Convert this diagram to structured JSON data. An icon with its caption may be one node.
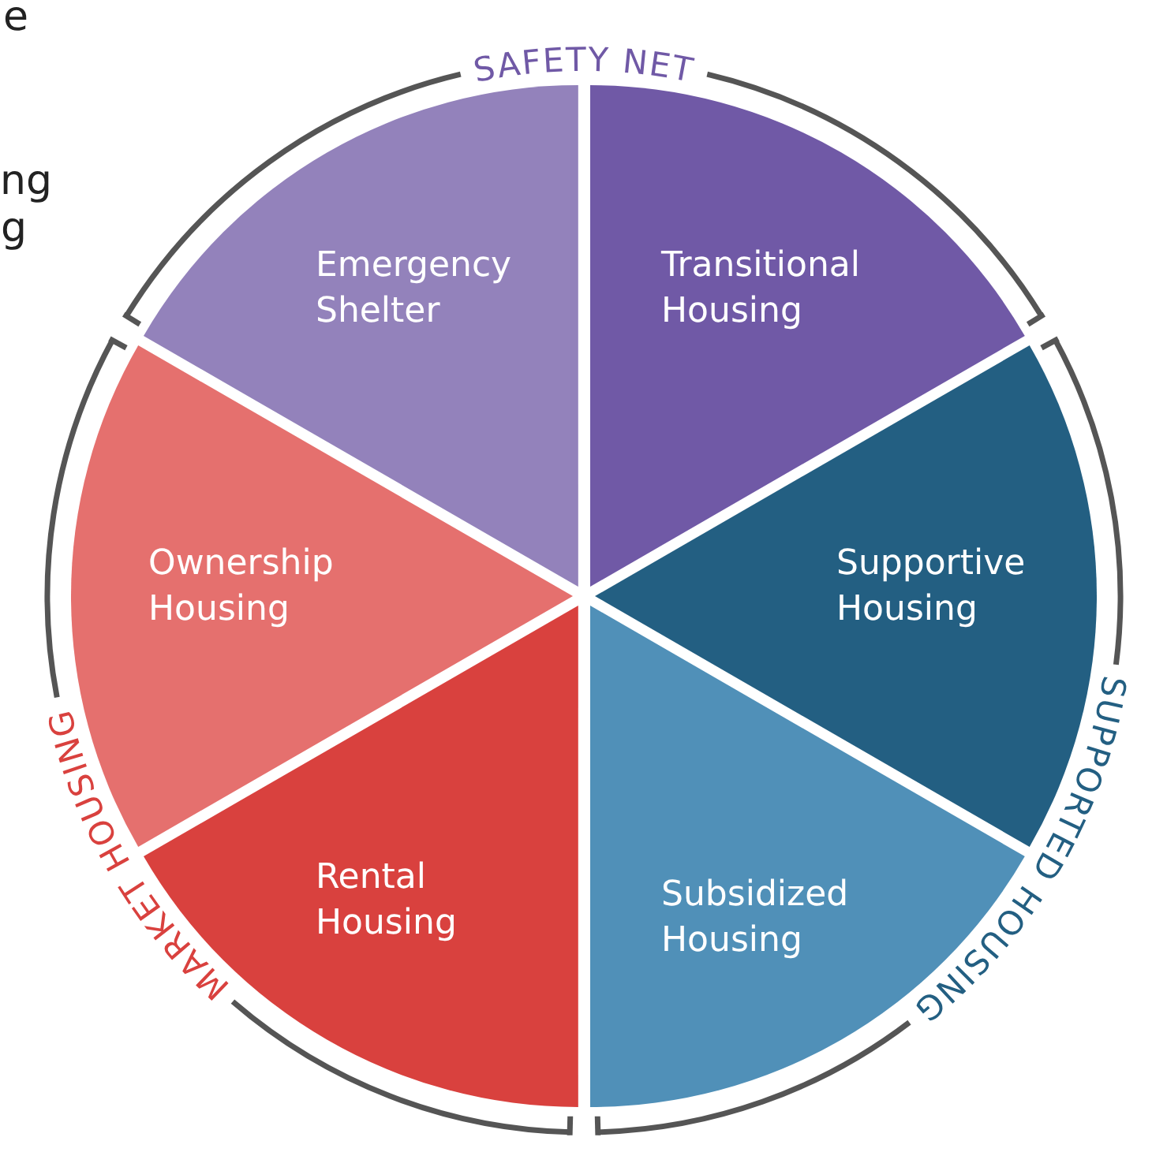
{
  "diagram": {
    "nodes": [
      {
        "text": [
          "Emergency Shelter"
        ]
      },
      {
        "text": [
          "Transitional Housing"
        ]
      },
      {
        "text": [
          "Supportive Housing"
        ]
      },
      {
        "text": [
          "Subsidized Housing"
        ]
      },
      {
        "text": [
          "Rental Housing"
        ]
      },
      {
        "text": [
          "Ownership Housing"
        ]
      }
    ],
    "labels": [
      "e",
      "ng",
      "g",
      "SAFETY NET",
      "SUPPORTED HOUSING",
      "MARKET HOUSING"
    ]
  }
}
